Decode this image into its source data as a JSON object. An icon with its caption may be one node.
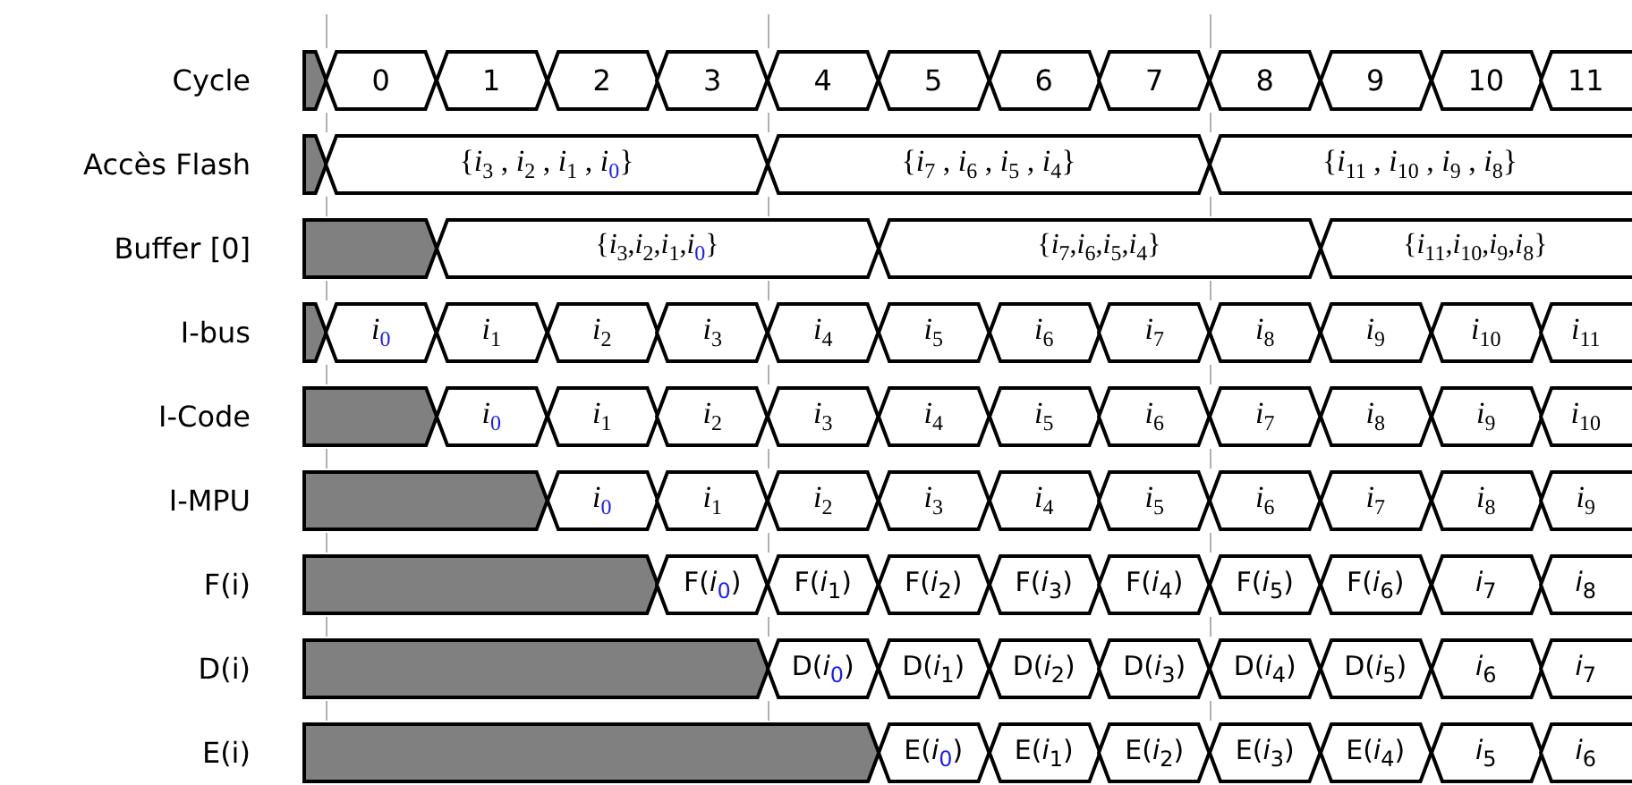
{
  "diagram": {
    "nodes": [
      {
        "text": [],
        "shape": "bar"
      },
      {
        "text": [
          "0"
        ]
      },
      {
        "text": [
          "1"
        ]
      },
      {
        "text": [
          "2"
        ]
      },
      {
        "text": [
          "3"
        ]
      },
      {
        "text": [
          "4"
        ]
      },
      {
        "text": [
          "5"
        ]
      },
      {
        "text": [
          "6"
        ]
      },
      {
        "text": [
          "7"
        ]
      },
      {
        "text": [
          "8"
        ]
      },
      {
        "text": [
          "9"
        ]
      },
      {
        "text": [
          "10"
        ]
      },
      {
        "text": [
          "11"
        ]
      },
      {
        "text": [],
        "shape": "bar"
      },
      {
        "text": [
          "{*i*$_{3}$ , *i*$_{2}$ , *i*$_{1}$ , *i*$_{0}$}"
        ]
      },
      {
        "text": [
          "{*i*$_{7}$ , *i*$_{6}$ , *i*$_{5}$ , *i*$_{4}$}"
        ]
      },
      {
        "text": [
          "{*i*$_{11}$ , *i*$_{10}$ , *i*$_{9}$ , *i*$_{8}$}"
        ]
      },
      {
        "text": [],
        "shape": "bar"
      },
      {
        "text": [
          "{*i*$_{3}$,*i*$_{2}$,*i*$_{1}$,*i*$_{0}$}"
        ]
      },
      {
        "text": [
          "{*i*$_{7}$,*i*$_{6}$,*i*$_{5}$,*i*$_{4}$}"
        ]
      },
      {
        "text": [
          "{*i*$_{11}$,*i*$_{10}$,*i*$_{9}$,*i*$_{8}$}"
        ]
      },
      {
        "text": [],
        "shape": "bar"
      },
      {
        "text": [
          "*i*$_{0}$"
        ]
      },
      {
        "text": [
          "*i*$_{1}$"
        ]
      },
      {
        "text": [
          "*i*$_{2}$"
        ]
      },
      {
        "text": [
          "*i*$_{3}$"
        ]
      },
      {
        "text": [
          "*i*$_{4}$"
        ]
      },
      {
        "text": [
          "*i*$_{5}$"
        ]
      },
      {
        "text": [
          "*i*$_{6}$"
        ]
      },
      {
        "text": [
          "*i*$_{7}$"
        ]
      },
      {
        "text": [
          "*i*$_{8}$"
        ]
      },
      {
        "text": [
          "*i*$_{9}$"
        ]
      },
      {
        "text": [
          "*i*$_{10}$"
        ]
      },
      {
        "text": [
          "*i*$_{11}$"
        ]
      },
      {
        "text": [],
        "shape": "bar"
      },
      {
        "text": [
          "*i*$_{0}$"
        ]
      },
      {
        "text": [
          "*i*$_{1}$"
        ]
      },
      {
        "text": [
          "*i*$_{2}$"
        ]
      },
      {
        "text": [
          "*i*$_{3}$"
        ]
      },
      {
        "text": [
          "*i*$_{4}$"
        ]
      },
      {
        "text": [
          "*i*$_{5}$"
        ]
      },
      {
        "text": [
          "*i*$_{6}$"
        ]
      },
      {
        "text": [
          "*i*$_{7}$"
        ]
      },
      {
        "text": [
          "*i*$_{8}$"
        ]
      },
      {
        "text": [
          "*i*$_{9}$"
        ]
      },
      {
        "text": [
          "*i*$_{10}$"
        ]
      },
      {
        "text": [],
        "shape": "bar"
      },
      {
        "text": [
          "*i*$_{0}$"
        ]
      },
      {
        "text": [
          "*i*$_{1}$"
        ]
      },
      {
        "text": [
          "*i*$_{2}$"
        ]
      },
      {
        "text": [
          "*i*$_{3}$"
        ]
      },
      {
        "text": [
          "*i*$_{4}$"
        ]
      },
      {
        "text": [
          "*i*$_{5}$"
        ]
      },
      {
        "text": [
          "*i*$_{6}$"
        ]
      },
      {
        "text": [
          "*i*$_{7}$"
        ]
      },
      {
        "text": [
          "*i*$_{8}$"
        ]
      },
      {
        "text": [
          "*i*$_{9}$"
        ]
      },
      {
        "text": [],
        "shape": "bar"
      },
      {
        "text": [
          "F(*i*$_{0}$)"
        ]
      },
      {
        "text": [
          "F(*i*$_{1}$)"
        ]
      },
      {
        "text": [
          "F(*i*$_{2}$)"
        ]
      },
      {
        "text": [
          "F(*i*$_{3}$)"
        ]
      },
      {
        "text": [
          "F(*i*$_{4}$)"
        ]
      },
      {
        "text": [
          "F(*i*$_{5}$)"
        ]
      },
      {
        "text": [
          "F(*i*$_{6}$)"
        ]
      },
      {
        "text": [
          "*i*$_{7}$"
        ]
      },
      {
        "text": [
          "*i*$_{8}$"
        ]
      },
      {
        "text": [],
        "shape": "bar"
      },
      {
        "text": [
          "D(*i*$_{0}$)"
        ]
      },
      {
        "text": [
          "D(*i*$_{1}$)"
        ]
      },
      {
        "text": [
          "D(*i*$_{2}$)"
        ]
      },
      {
        "text": [
          "D(*i*$_{3}$)"
        ]
      },
      {
        "text": [
          "D(*i*$_{4}$)"
        ]
      },
      {
        "text": [
          "D(*i*$_{5}$)"
        ]
      },
      {
        "text": [
          "*i*$_{6}$"
        ]
      },
      {
        "text": [
          "*i*$_{7}$"
        ]
      },
      {
        "text": [],
        "shape": "bar"
      },
      {
        "text": [
          "E(*i*$_{0}$)"
        ]
      },
      {
        "text": [
          "E(*i*$_{1}$)"
        ]
      },
      {
        "text": [
          "E(*i*$_{2}$)"
        ]
      },
      {
        "text": [
          "E(*i*$_{3}$)"
        ]
      },
      {
        "text": [
          "E(*i*$_{4}$)"
        ]
      },
      {
        "text": [
          "*i*$_{5}$"
        ]
      },
      {
        "text": [
          "*i*$_{6}$"
        ]
      }
    ],
    "labels": [
      "Cycle",
      "Accès Flash",
      "Buffer [0]",
      "I-bus",
      "I-Code",
      "I-MPU",
      "F(i)",
      "D(i)",
      "E(i)"
    ]
  }
}
